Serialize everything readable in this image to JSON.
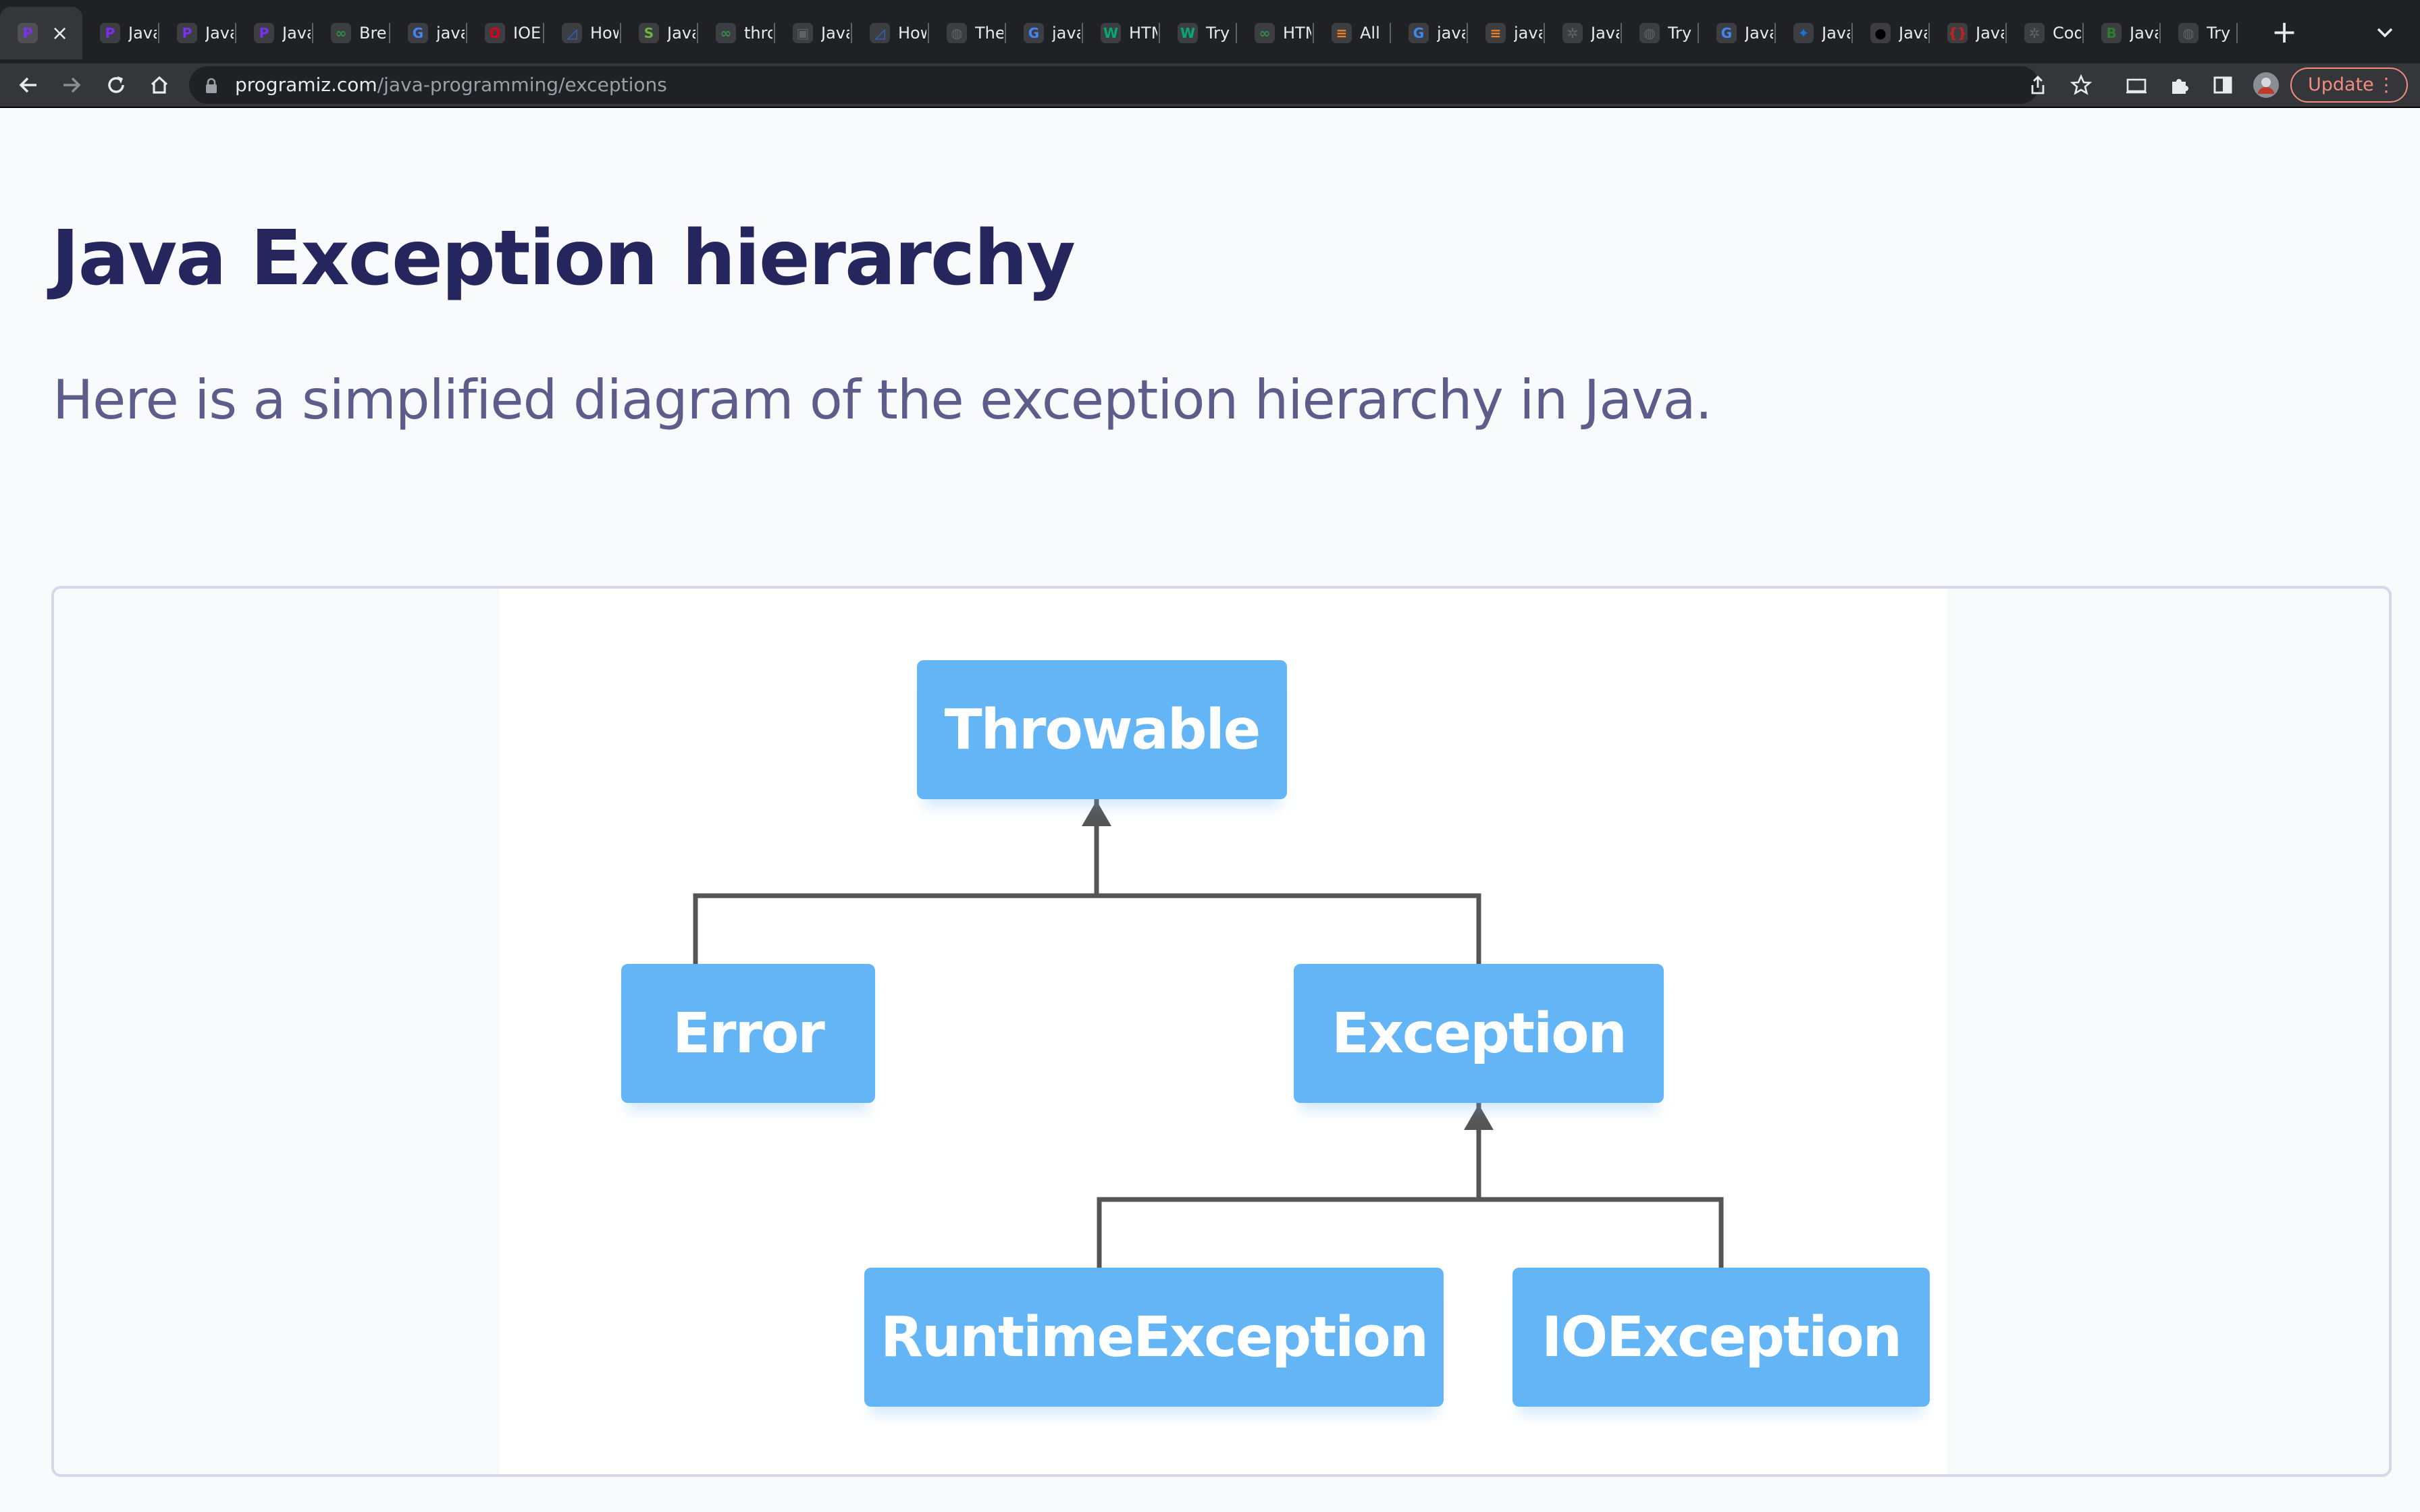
{
  "browser": {
    "tabs": [
      {
        "title": "Java",
        "icon": "programiz-icon",
        "color": "#7b2ff7",
        "glyph": "P",
        "active": true
      },
      {
        "title": "Java",
        "icon": "programiz-icon",
        "color": "#7b2ff7",
        "glyph": "P"
      },
      {
        "title": "Java",
        "icon": "programiz-icon",
        "color": "#7b2ff7",
        "glyph": "P"
      },
      {
        "title": "Java",
        "icon": "programiz-icon",
        "color": "#7b2ff7",
        "glyph": "P"
      },
      {
        "title": "Break",
        "icon": "gfg-icon",
        "color": "#2f8d46",
        "glyph": "∞"
      },
      {
        "title": "java",
        "icon": "google-icon",
        "color": "#4285f4",
        "glyph": "G"
      },
      {
        "title": "IOE",
        "icon": "oracle-icon",
        "color": "#e0001b",
        "glyph": "O"
      },
      {
        "title": "How",
        "icon": "javatpoint-icon",
        "color": "#3367d6",
        "glyph": "◿"
      },
      {
        "title": "Java",
        "icon": "spring-icon",
        "color": "#6db33f",
        "glyph": "S"
      },
      {
        "title": "throw",
        "icon": "gfg-icon",
        "color": "#2f8d46",
        "glyph": "∞"
      },
      {
        "title": "Java",
        "icon": "image-icon",
        "color": "#5f6368",
        "glyph": "▣"
      },
      {
        "title": "How",
        "icon": "javatpoint-icon",
        "color": "#3367d6",
        "glyph": "◿"
      },
      {
        "title": "The",
        "icon": "globe-icon",
        "color": "#5f6368",
        "glyph": "◍"
      },
      {
        "title": "java",
        "icon": "google-icon",
        "color": "#4285f4",
        "glyph": "G"
      },
      {
        "title": "HTML",
        "icon": "w3schools-icon",
        "color": "#04aa6d",
        "glyph": "W"
      },
      {
        "title": "Try",
        "icon": "w3schools-icon",
        "color": "#04aa6d",
        "glyph": "W"
      },
      {
        "title": "HTML",
        "icon": "gfg-icon",
        "color": "#2f8d46",
        "glyph": "∞"
      },
      {
        "title": "All",
        "icon": "stackoverflow-icon",
        "color": "#f48024",
        "glyph": "≡"
      },
      {
        "title": "java",
        "icon": "google-icon",
        "color": "#4285f4",
        "glyph": "G"
      },
      {
        "title": "java",
        "icon": "stackoverflow-icon",
        "color": "#f48024",
        "glyph": "≡"
      },
      {
        "title": "Java",
        "icon": "chatgpt-icon",
        "color": "#5f6368",
        "glyph": "✲"
      },
      {
        "title": "Try",
        "icon": "globe-icon",
        "color": "#5f6368",
        "glyph": "◍"
      },
      {
        "title": "Java",
        "icon": "google-icon",
        "color": "#4285f4",
        "glyph": "G"
      },
      {
        "title": "Java",
        "icon": "sparkle-icon",
        "color": "#1a73e8",
        "glyph": "✦"
      },
      {
        "title": "Java",
        "icon": "github-icon",
        "color": "#000000",
        "glyph": "●"
      },
      {
        "title": "Java",
        "icon": "bracket-icon",
        "color": "#c5221f",
        "glyph": "{}"
      },
      {
        "title": "Code",
        "icon": "openai-icon",
        "color": "#5f6368",
        "glyph": "✲"
      },
      {
        "title": "Java",
        "icon": "b-icon",
        "color": "#2e7d32",
        "glyph": "B"
      },
      {
        "title": "Try",
        "icon": "globe-icon",
        "color": "#5f6368",
        "glyph": "◍"
      }
    ],
    "url_host": "programiz.com",
    "url_path": "/java-programming/exceptions",
    "update_label": "Update"
  },
  "page": {
    "title": "Java Exception hierarchy",
    "intro": "Here is a simplified diagram of the exception hierarchy in Java."
  },
  "diagram": {
    "nodes": {
      "throwable": "Throwable",
      "error": "Error",
      "exception": "Exception",
      "runtime": "RuntimeException",
      "ioexception": "IOException"
    },
    "node_color": "#64b5f6",
    "edge_color": "#555555"
  }
}
